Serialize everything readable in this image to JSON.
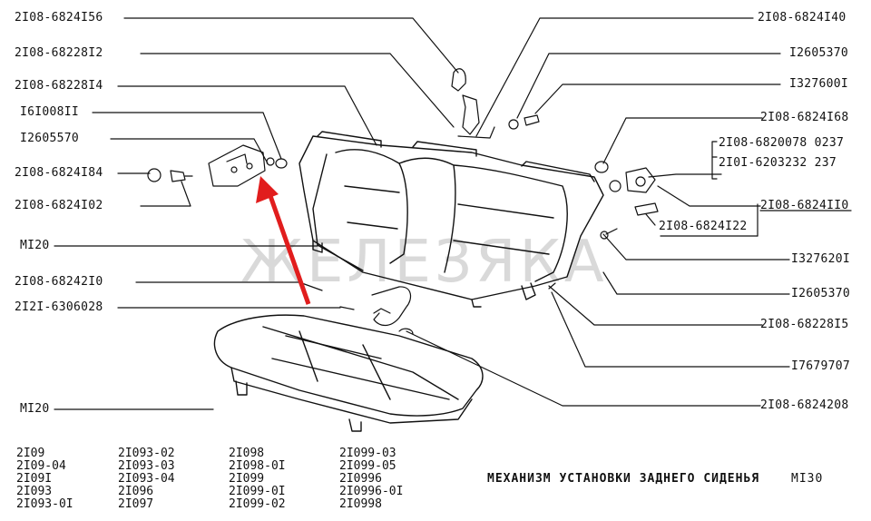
{
  "labels_left": {
    "l1": "2I08-6824I56",
    "l2": "2I08-68228I2",
    "l3": "2I08-68228I4",
    "l4": "I6I008II",
    "l5": "I2605570",
    "l6": "2I08-6824I84",
    "l7": "2I08-6824I02",
    "l8": "MI20",
    "l9": "2I08-68242I0",
    "l10": "2I2I-6306028",
    "l11": "MI20"
  },
  "labels_right": {
    "r1": "2I08-6824I40",
    "r2": "I2605370",
    "r3": "I327600I",
    "r4": "2I08-6824I68",
    "r5a": "2I08-6820078 0237",
    "r5b": "2I0I-6203232  237",
    "r6": "2I08-6824II0",
    "r7": "2I08-6824I22",
    "r8": "I327620I",
    "r9": "I2605370",
    "r10": "2I08-68228I5",
    "r11": "I7679707",
    "r12": "2I08-6824208"
  },
  "models": {
    "col1": [
      "2I09",
      "2I09-04",
      "2I09I",
      "2I093",
      "2I093-0I"
    ],
    "col2": [
      "2I093-02",
      "2I093-03",
      "2I093-04",
      "2I096",
      "2I097"
    ],
    "col3": [
      "2I098",
      "2I098-0I",
      "2I099",
      "2I099-0I",
      "2I099-02"
    ],
    "col4": [
      "2I099-03",
      "2I099-05",
      "2I0996",
      "2I0996-0I",
      "2I0998"
    ]
  },
  "title": "МЕХАНИЗМ УСТАНОВКИ ЗАДНЕГО СИДЕНЬЯ",
  "page_id": "MI30",
  "watermark": "ЖЕЛЕЗЯКА",
  "colors": {
    "ink": "#111111",
    "arrow": "#e11d1d",
    "watermark": "#d9d9d9"
  }
}
